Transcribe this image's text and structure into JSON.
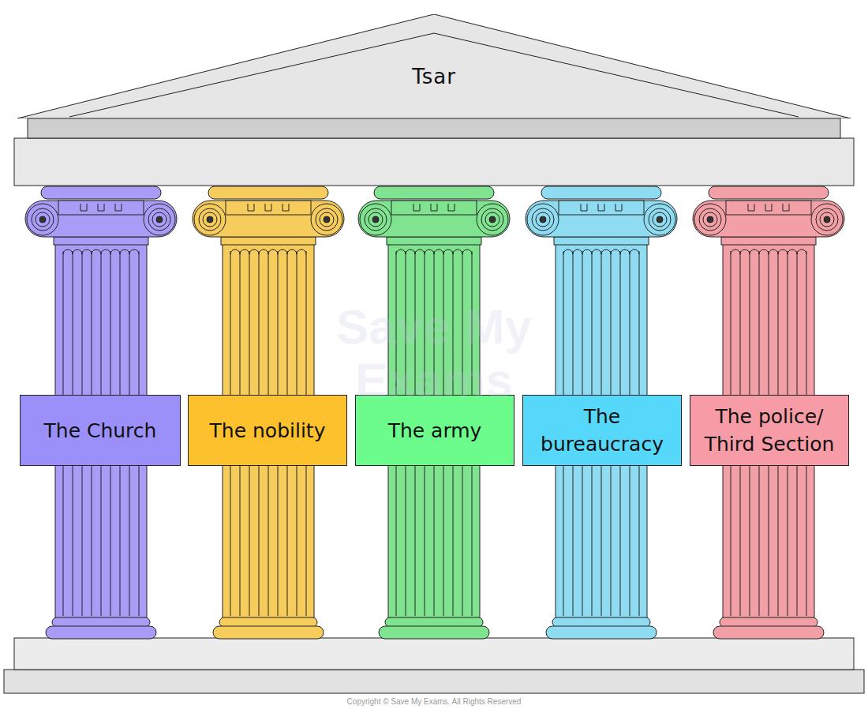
{
  "diagram": {
    "nodes": [
      {
        "text": [
          "Tsar"
        ]
      },
      {
        "text": [
          "The Church"
        ]
      },
      {
        "text": [
          "The nobility"
        ]
      },
      {
        "text": [
          "The army"
        ]
      },
      {
        "text": [
          "The bureaucracy"
        ]
      },
      {
        "text": [
          "The police/ Third Section"
        ]
      }
    ],
    "labels": [
      "Save My Exams",
      "Copyright © Save My Exams. All Rights Reserved"
    ]
  }
}
